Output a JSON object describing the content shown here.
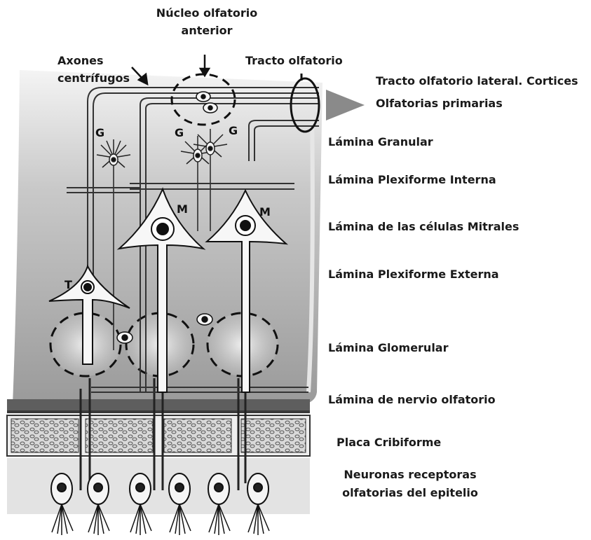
{
  "labels": {
    "nucleo_line1": "Núcleo olfatorio",
    "nucleo_line2": "anterior",
    "axones_line1": "Axones",
    "axones_line2": "centrífugos",
    "tracto": "Tracto olfatorio",
    "tracto_lateral_line1": "Tracto olfatorio lateral. Cortices",
    "tracto_lateral_line2": "Olfatorias primarias",
    "granular": "Lámina Granular",
    "plexiforme_interna": "Lámina Plexiforme Interna",
    "mitrales": "Lámina de las células Mitrales",
    "plexiforme_externa": "Lámina Plexiforme Externa",
    "glomerular": "Lámina Glomerular",
    "nervio": "Lámina de nervio olfatorio",
    "placa": "Placa Cribiforme",
    "neuronas_line1": "Neuronas receptoras",
    "neuronas_line2": "olfatorias del epitelio"
  },
  "cell_letters": {
    "granule": "G",
    "mitral": "M",
    "tufted": "T"
  }
}
